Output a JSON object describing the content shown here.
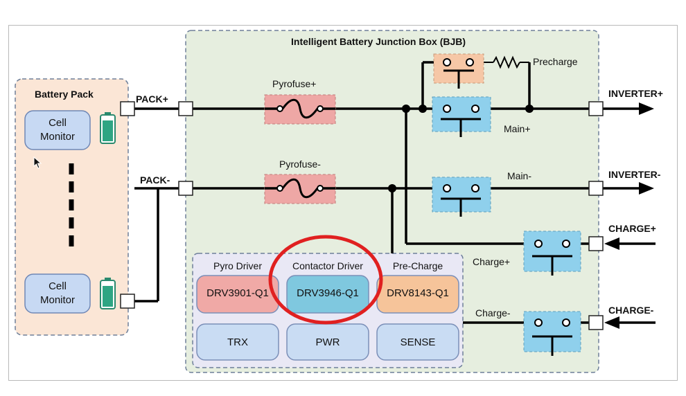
{
  "bjb": {
    "title": "Intelligent Battery Junction Box (BJB)"
  },
  "battery_pack": {
    "title": "Battery Pack",
    "cell_monitor_top": [
      "Cell",
      "Monitor"
    ],
    "cell_monitor_bottom": [
      "Cell",
      "Monitor"
    ]
  },
  "ports": {
    "pack_pos": "PACK+",
    "pack_neg": "PACK-",
    "inverter_pos": "INVERTER+",
    "inverter_neg": "INVERTER-",
    "charge_pos": "CHARGE+",
    "charge_neg": "CHARGE-"
  },
  "components": {
    "pyrofuse_pos": "Pyrofuse+",
    "pyrofuse_neg": "Pyrofuse-",
    "precharge": "Precharge",
    "main_pos": "Main+",
    "main_neg": "Main-",
    "charge_pos": "Charge+",
    "charge_neg": "Charge-"
  },
  "drivers": {
    "pyro_label": "Pyro Driver",
    "pyro_chip": "DRV3901-Q1",
    "contactor_label": "Contactor Driver",
    "contactor_chip": "DRV3946-Q1",
    "precharge_label": "Pre-Charge",
    "precharge_chip": "DRV8143-Q1",
    "trx": "TRX",
    "pwr": "PWR",
    "sense": "SENSE"
  },
  "colors": {
    "bjb_bg": "#e6eedf",
    "pack_bg": "#fbe6d6",
    "driver_bg": "#e9e8f5",
    "fuse": "#eea7a5",
    "contactor": "#8fd0ec",
    "precharge_contactor": "#f6c7a6",
    "pyro_chip": "#f0a9a6",
    "contactor_chip": "#7fc8df",
    "precharge_chip": "#f6c49a",
    "block": "#c9dcf3",
    "highlight": "#e02020"
  }
}
